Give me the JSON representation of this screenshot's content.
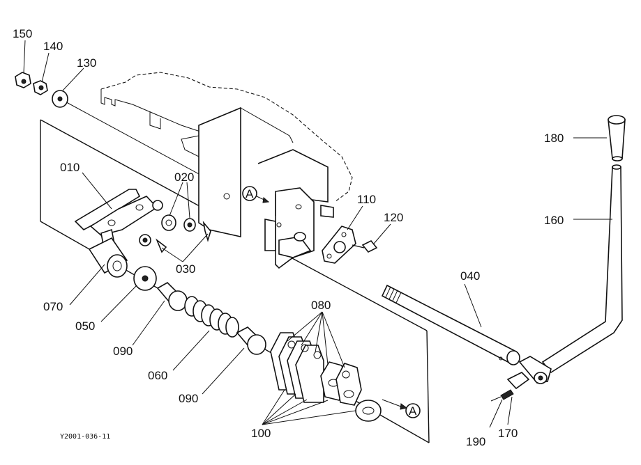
{
  "labels": {
    "p150": "150",
    "p140": "140",
    "p130": "130",
    "p010": "010",
    "p020": "020",
    "p030": "030",
    "p070": "070",
    "p050": "050",
    "p090a": "090",
    "p060": "060",
    "p090b": "090",
    "p080": "080",
    "p100": "100",
    "p110": "110",
    "p120": "120",
    "p040": "040",
    "p160": "160",
    "p180": "180",
    "p190": "190",
    "p170": "170",
    "markerA1": "A",
    "markerA2": "A"
  },
  "drawing_ref": "Y2001-036-11"
}
